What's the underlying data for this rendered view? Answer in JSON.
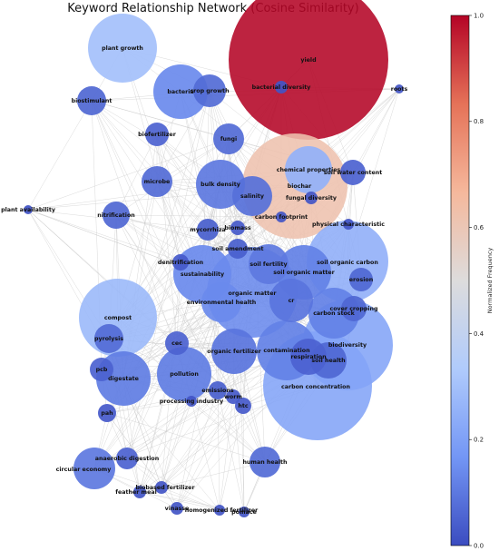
{
  "chart_data": {
    "type": "network",
    "title": "Keyword Relationship Network (Cosine Similarity)",
    "colorbar": {
      "label": "Normalized Frequency",
      "range": [
        0.0,
        1.0
      ],
      "ticks": [
        "0.0",
        "0.2",
        "0.4",
        "0.6",
        "0.8",
        "1.0"
      ],
      "colormap": [
        "#3b4cc0",
        "#7396f5",
        "#b0cbfc",
        "#dddcdc",
        "#f5b89c",
        "#e57258",
        "#b40426"
      ]
    },
    "nodes": [
      {
        "label": "yield",
        "frequency": 1.0
      },
      {
        "label": "biochar",
        "frequency": 0.62
      },
      {
        "label": "plant growth",
        "frequency": 0.3
      },
      {
        "label": "compost",
        "frequency": 0.27
      },
      {
        "label": "chemical properties",
        "frequency": 0.25
      },
      {
        "label": "soil organic carbon",
        "frequency": 0.24
      },
      {
        "label": "biodiversity",
        "frequency": 0.21
      },
      {
        "label": "carbon concentration",
        "frequency": 0.21
      },
      {
        "label": "sustainability",
        "frequency": 0.14
      },
      {
        "label": "environmental health",
        "frequency": 0.14
      },
      {
        "label": "organic matter",
        "frequency": 0.14
      },
      {
        "label": "bacteria",
        "frequency": 0.14
      },
      {
        "label": "soil organic matter",
        "frequency": 0.12
      },
      {
        "label": "contamination",
        "frequency": 0.12
      },
      {
        "label": "carbon stock",
        "frequency": 0.12
      },
      {
        "label": "digestate",
        "frequency": 0.11
      },
      {
        "label": "pollution",
        "frequency": 0.11
      },
      {
        "label": "circular economy",
        "frequency": 0.1
      },
      {
        "label": "soil fertility",
        "frequency": 0.1
      },
      {
        "label": "bulk density",
        "frequency": 0.1
      },
      {
        "label": "organic fertilizer",
        "frequency": 0.09
      },
      {
        "label": "cr",
        "frequency": 0.09
      },
      {
        "label": "salinity",
        "frequency": 0.08
      },
      {
        "label": "crop growth",
        "frequency": 0.07
      },
      {
        "label": "human health",
        "frequency": 0.07
      },
      {
        "label": "fungi",
        "frequency": 0.07
      },
      {
        "label": "microbe",
        "frequency": 0.07
      },
      {
        "label": "pyrolysis",
        "frequency": 0.07
      },
      {
        "label": "biostimulant",
        "frequency": 0.06
      },
      {
        "label": "nitrification",
        "frequency": 0.06
      },
      {
        "label": "soil health",
        "frequency": 0.06
      },
      {
        "label": "cover cropping",
        "frequency": 0.06
      },
      {
        "label": "erosion",
        "frequency": 0.06
      },
      {
        "label": "respiration",
        "frequency": 0.05
      },
      {
        "label": "soil water content",
        "frequency": 0.05
      },
      {
        "label": "biofertilizer",
        "frequency": 0.05
      },
      {
        "label": "pcb",
        "frequency": 0.05
      },
      {
        "label": "cec",
        "frequency": 0.05
      },
      {
        "label": "anaerobic digestion",
        "frequency": 0.05
      },
      {
        "label": "mycorrhiza",
        "frequency": 0.04
      },
      {
        "label": "soil amendment",
        "frequency": 0.04
      },
      {
        "label": "emissions",
        "frequency": 0.04
      },
      {
        "label": "denitrification",
        "frequency": 0.03
      },
      {
        "label": "pah",
        "frequency": 0.03
      },
      {
        "label": "worm",
        "frequency": 0.03
      },
      {
        "label": "htc",
        "frequency": 0.03
      },
      {
        "label": "biomass",
        "frequency": 0.03
      },
      {
        "label": "fungal diversity",
        "frequency": 0.02
      },
      {
        "label": "biobased fertilizer",
        "frequency": 0.02
      },
      {
        "label": "feather meal",
        "frequency": 0.02
      },
      {
        "label": "bacterial diversity",
        "frequency": 0.02
      },
      {
        "label": "processing industry",
        "frequency": 0.02
      },
      {
        "label": "carbon footprint",
        "frequency": 0.02
      },
      {
        "label": "roots",
        "frequency": 0.02
      },
      {
        "label": "physical characteristic",
        "frequency": 0.02
      },
      {
        "label": "vinasse",
        "frequency": 0.02
      },
      {
        "label": "homogenized fertilizer",
        "frequency": 0.02
      },
      {
        "label": "pomace",
        "frequency": 0.02
      },
      {
        "label": "plant availability",
        "frequency": 0.01
      }
    ]
  }
}
